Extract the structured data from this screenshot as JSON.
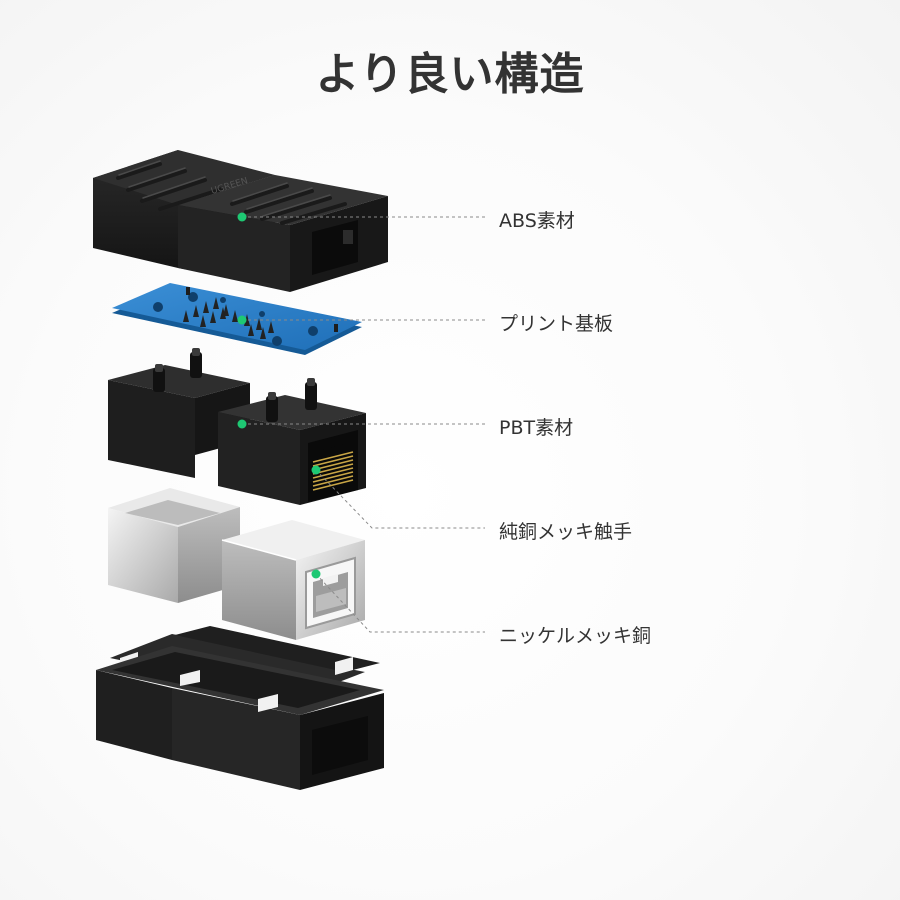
{
  "title": "より良い構造",
  "accent_color": "#1ec873",
  "labels": {
    "abs": "ABS素材",
    "pcb": "プリント基板",
    "pbt": "PBT素材",
    "contacts": "純銅メッキ触手",
    "shell": "ニッケルメッキ銅"
  },
  "brand_mark": "UGREEN"
}
